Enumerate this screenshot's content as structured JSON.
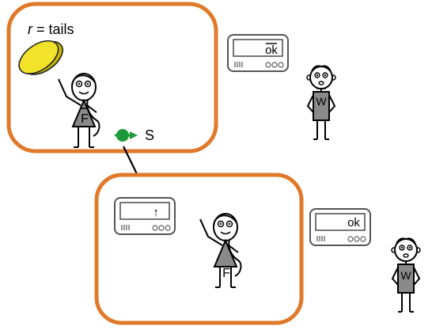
{
  "diagram": {
    "top_panel": {
      "outcome_variable": "r",
      "outcome_equals": " = tails",
      "girl_shirt_label": "F",
      "girl_shirt_overbar": true,
      "ok_device_label": "ok",
      "ok_device_overbar": true,
      "boy_shirt_label": "W",
      "boy_shirt_overbar": true
    },
    "transition": {
      "operator_label": "S",
      "operator_color": "#1f9a3a"
    },
    "bottom_panel": {
      "device_in_box_label": "↑",
      "girl_shirt_label": "F",
      "ok_device_label": "ok",
      "boy_shirt_label": "W"
    },
    "colors": {
      "box_border": "#e07a2a",
      "coin_fill": "#f2e22a",
      "coin_edge": "#c8b800",
      "shirt_fill": "#8a8a8a",
      "operator_green": "#1f9a3a"
    }
  }
}
